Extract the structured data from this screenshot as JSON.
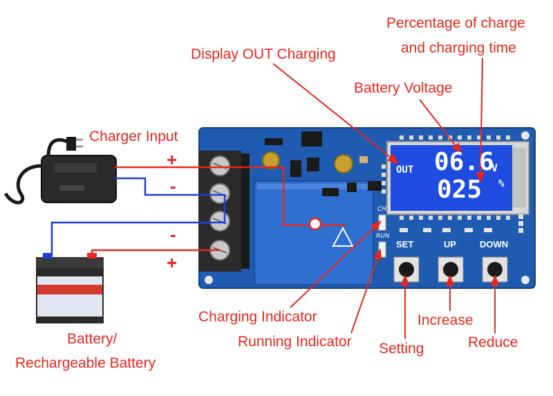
{
  "labels": {
    "charger_input": "Charger Input",
    "display_out": "Display OUT Charging",
    "percentage_line1": "Percentage of charge",
    "percentage_line2": "and charging time",
    "battery_voltage": "Battery Voltage",
    "charging_indicator": "Charging Indicator",
    "running_indicator": "Running Indicator",
    "setting": "Setting",
    "increase": "Increase",
    "reduce": "Reduce",
    "battery_line1": "Battery/",
    "battery_line2": "Rechargeable Battery"
  },
  "polarity": {
    "charger_plus": "+",
    "charger_minus": "-",
    "battery_minus": "-",
    "battery_plus": "+"
  },
  "lcd": {
    "out": "OUT",
    "voltage": "06.6",
    "voltage_unit": "V",
    "percent": "025",
    "percent_unit": "%"
  },
  "buttons": {
    "set": "SET",
    "up": "UP",
    "down": "DOWN"
  },
  "silkscreen": {
    "ch": "CH",
    "run": "RUN"
  },
  "colors": {
    "label": "#e8261c",
    "pcb": "#1f5bb0",
    "lcd": "#1e4be0",
    "relay": "#2e6fd0",
    "wire_red": "#e8261c",
    "wire_blue": "#1d3fd6"
  }
}
